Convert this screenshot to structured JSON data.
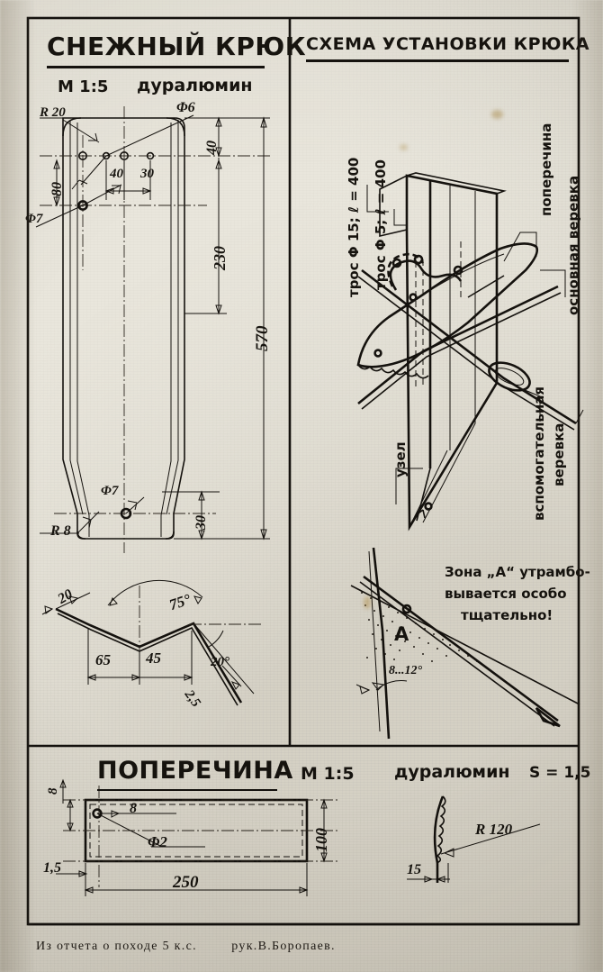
{
  "document": {
    "footer": "Из отчета о походе 5 к.с.        рук.В.Боропаев."
  },
  "panels": {
    "hook": {
      "title": "СНЕЖНЫЙ КРЮК",
      "scale": "М 1:5",
      "material": "дуралюмин",
      "dimensions": {
        "radius_top": "R 20",
        "hole_top": "Φ6",
        "spacing_a": "40",
        "spacing_b": "30",
        "edge_offset": "80",
        "top_band": "40",
        "hole_side": "Φ7",
        "mid_length": "230",
        "total_length": "570",
        "hole_bottom": "Φ7",
        "radius_bottom": "R 8",
        "bottom_offset": "30"
      },
      "section": {
        "flange": "20",
        "angle_main": "75°",
        "left_leg": "65",
        "right_leg": "45",
        "angle_end": "20°",
        "thickness": "2,5"
      }
    },
    "scheme": {
      "title": "СХЕМА УСТАНОВКИ КРЮКА",
      "labels": {
        "cable15": "трос Φ 15; ℓ = 400",
        "cable5": "трос Φ 5; ℓ = 400",
        "knot": "узел",
        "crossbar": "поперечина",
        "main_rope": "основная веревка",
        "aux_rope": "вспомогательная\nверевка"
      },
      "soil": {
        "note_line1": "Зона „А“ утрамбо-",
        "note_line2": "вывается особо",
        "note_line3": "тщательно!",
        "zone_letter": "А",
        "angle": "8...12°"
      }
    },
    "crossbar": {
      "title": "ПОПЕРЕЧИНА",
      "scale": "М 1:5",
      "material": "дуралюмин",
      "thickness": "S = 1,5",
      "dimensions": {
        "edge_top": "8",
        "hole_offset": "8",
        "hole_dia": "Φ2",
        "height": "100",
        "edge_left": "1,5",
        "length": "250",
        "profile_radius": "R 120",
        "profile_width": "15"
      }
    }
  },
  "colors": {
    "paper": "#e9e6dc",
    "ink": "#15120e",
    "stain": "#b79a60"
  }
}
